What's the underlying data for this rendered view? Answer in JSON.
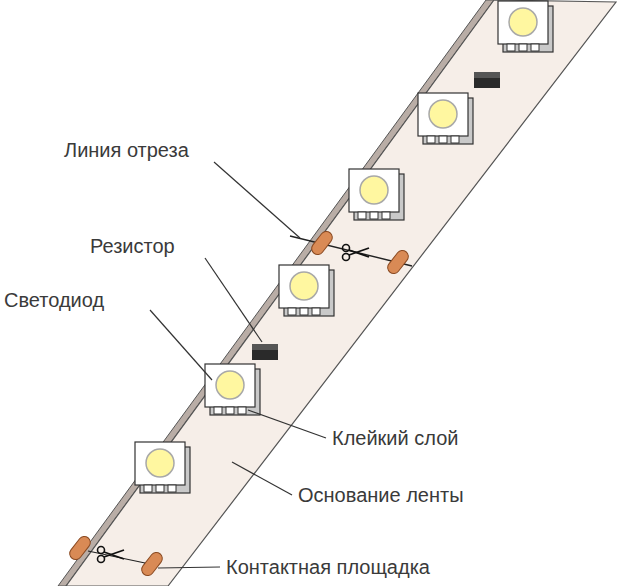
{
  "diagram": {
    "labels": [
      "Линия отреза",
      "Резистор",
      "Светодиод",
      "Клейкий слой",
      "Основание ленты",
      "Контактная площадка"
    ]
  }
}
